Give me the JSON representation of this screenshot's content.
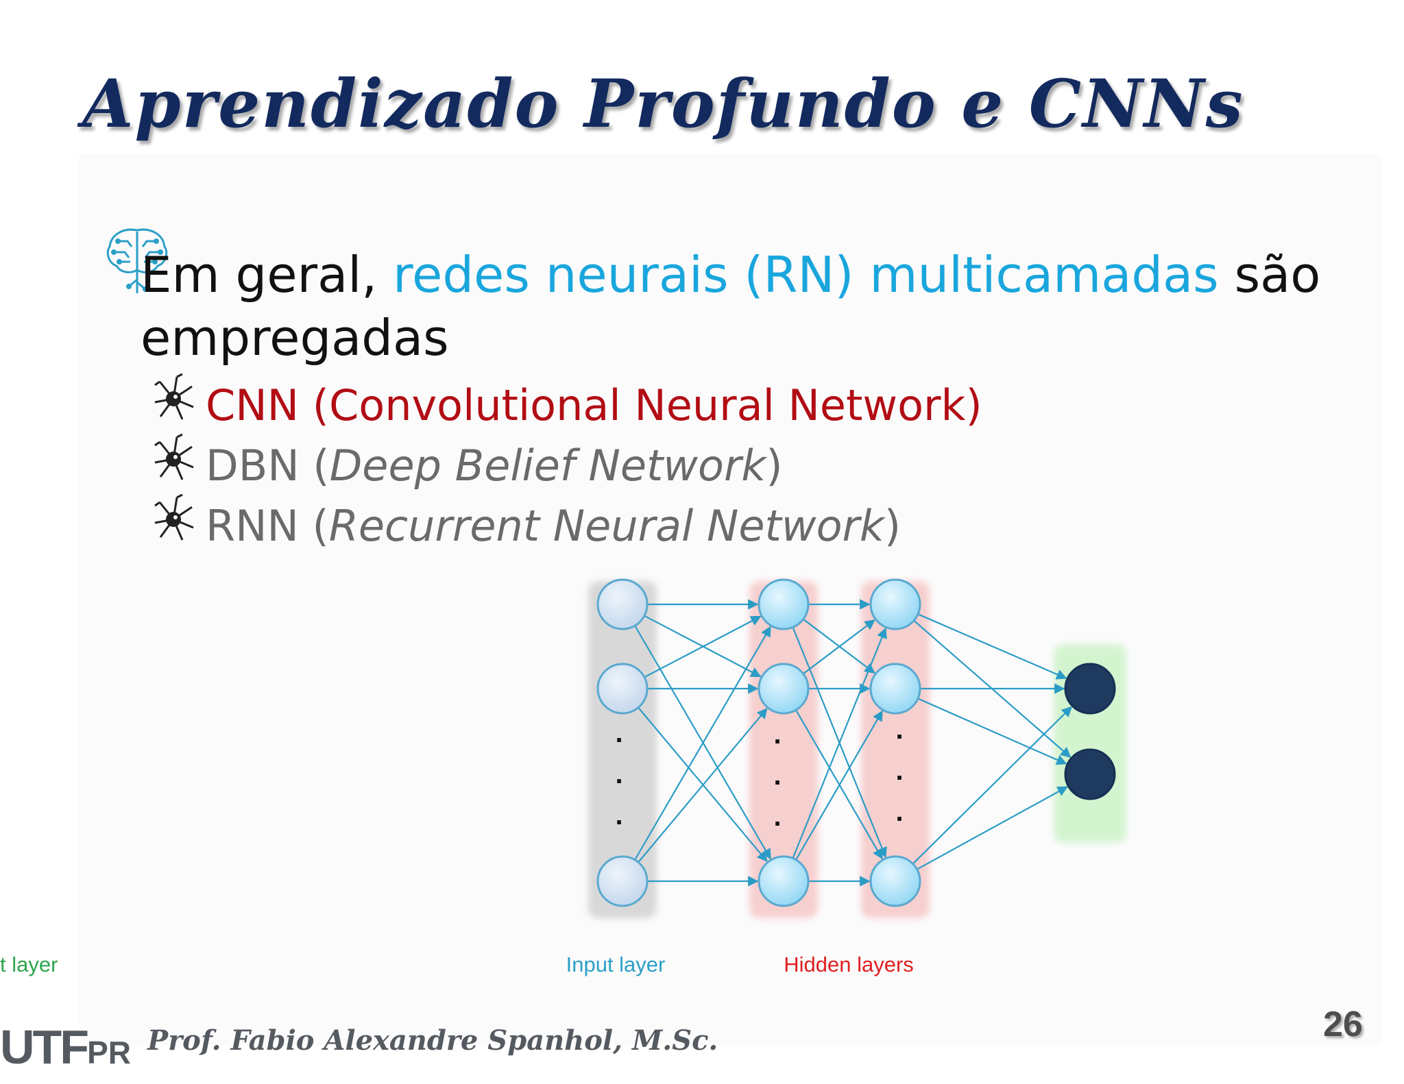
{
  "slide": {
    "title": "Aprendizado Profundo e CNNs",
    "page_number": "26"
  },
  "bullet": {
    "prefix": "Em geral, ",
    "highlight": "redes neurais (RN) multicamadas",
    "suffix": " são empregadas",
    "highlight_color": "#1aa6dd",
    "icon": "brain-circuit-icon"
  },
  "sub_bullets": [
    {
      "abbr": "CNN",
      "open": " (",
      "name": "Convolutional Neural Network",
      "close": ")",
      "color": "#b20d14",
      "icon": "neuron-icon"
    },
    {
      "abbr": "DBN",
      "open": " (",
      "name": "Deep Belief Network",
      "close": ")",
      "color": "#6a6a6a",
      "icon": "neuron-icon"
    },
    {
      "abbr": "RNN",
      "open": " (",
      "name": "Recurrent Neural Network",
      "close": ")",
      "color": "#6a6a6a",
      "icon": "neuron-icon"
    }
  ],
  "diagram": {
    "layers": [
      {
        "label": "Input layer",
        "label_color": "#2a9fc7",
        "band_color": "#d2d2d2",
        "node_color": "#d4e4f4",
        "visible_nodes": 3
      },
      {
        "label": "Hidden layers",
        "label_color": "#e02020",
        "band_color": "#f6c8c8",
        "node_color": "#b8e6f8",
        "visible_nodes": 3
      },
      {
        "band_color": "#f6c8c8",
        "node_color": "#b8e6f8",
        "visible_nodes": 3
      },
      {
        "label": "Output layer",
        "label_color": "#2ea44f",
        "band_color": "#cdf3c8",
        "node_color": "#1f3a5f",
        "visible_nodes": 2
      }
    ],
    "edge_color": "#2b9cc6",
    "ellipsis": "."
  },
  "footer": {
    "logo_main": "UTF",
    "logo_suffix": "PR",
    "author": "Prof. Fabio Alexandre Spanhol, M.Sc."
  }
}
